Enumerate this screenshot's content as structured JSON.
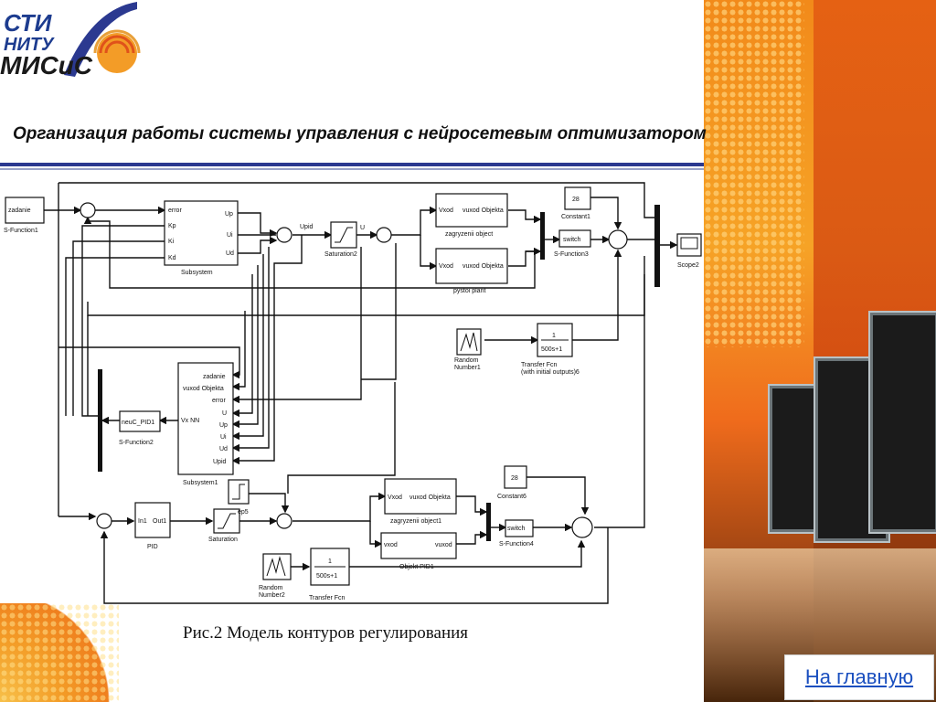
{
  "logo": {
    "line1": "СТИ",
    "line2": "НИТУ",
    "line3": "МИСиС"
  },
  "slide_title": "Организация работы системы управления с нейросетевым оптимизатором",
  "caption": "Рис.2 Модель контуров регулирования",
  "home_link": "На главную",
  "colors": {
    "accent_blue": "#2b3990",
    "orange": "#f39c27",
    "link": "#1a4fbf"
  },
  "blocks": {
    "zadanie": "zadanie",
    "sfunction1": "S-Function1",
    "subsystem": "Subsystem",
    "sub_in_error": "error",
    "sub_in_kp": "Kp",
    "sub_in_ki": "Ki",
    "sub_in_kd": "Kd",
    "sub_out_up": "Up",
    "sub_out_ui": "Ui",
    "sub_out_ud": "Ud",
    "upid": "Upid",
    "saturation2": "Saturation2",
    "u_label": "U",
    "obj_in": "Vxod",
    "obj_out": "vuxod Objekta",
    "zagryzenii_object": "zagryzenii object",
    "pystoi_plant": "pystoi plant",
    "constant1_val": "28",
    "constant1": "Constant1",
    "switch": "switch",
    "sfunction3": "S-Function3",
    "scope2": "Scope2",
    "random_number1": "Random\nNumber1",
    "tf_num": "1",
    "tf_den": "500s+1",
    "tf_fcn6": "Transfer Fcn\n(with initial outputs)6",
    "nn_in_zadanie": "zadanie",
    "nn_in_vuxod": "vuxod Objekta",
    "nn_in_error": "error",
    "nn_in_u": "U",
    "nn_in_up": "Up",
    "nn_in_ui": "Ui",
    "nn_in_ud": "Ud",
    "nn_in_upid": "Upid",
    "nn_out": "Vx NN",
    "subsystem1": "Subsystem1",
    "neuc_pid1": "neuC_PID1",
    "sfunction2": "S-Function2",
    "step5": "ep5",
    "pid_in1": "In1",
    "pid_out1": "Out1",
    "pid": "PID",
    "saturation": "Saturation",
    "zagryzenii_object1": "zagryzenii object1",
    "vxod_lc": "vxod",
    "vuxod_lc": "vuxod",
    "objekt_pid1": "Objekt PID1",
    "constant6_val": "28",
    "constant6": "Constant6",
    "sfunction4": "S-Function4",
    "random_number2": "Random\nNumber2",
    "transfer_fcn": "Transfer Fcn"
  }
}
